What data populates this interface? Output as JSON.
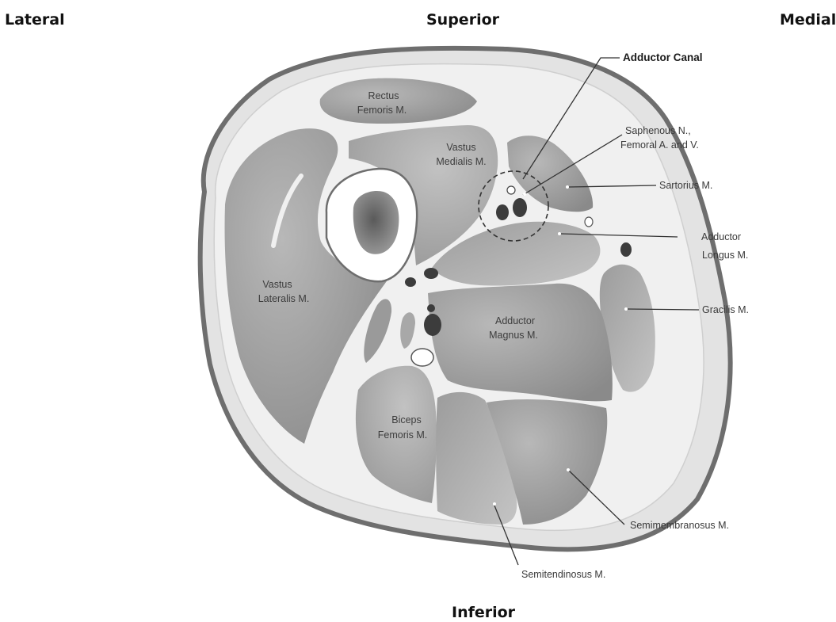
{
  "orientation": {
    "lateral": "Lateral",
    "superior": "Superior",
    "medial": "Medial",
    "inferior": "Inferior"
  },
  "labels": {
    "adductor_canal": "Adductor Canal",
    "saphenous_l1": "Saphenous N.,",
    "saphenous_l2": "Femoral A. and V.",
    "sartorius": "Sartorius M.",
    "adductor_longus_l1": "Adductor",
    "adductor_longus_l2": "Longus M.",
    "gracilis": "Gracilis M.",
    "semimembranosus": "Semimembranosus M.",
    "semitendinosus": "Semitendinosus M.",
    "rectus_l1": "Rectus",
    "rectus_l2": "Femoris  M.",
    "vastus_medialis_l1": "Vastus",
    "vastus_medialis_l2": "Medialis M.",
    "vastus_lateralis_l1": "Vastus",
    "vastus_lateralis_l2": "Lateralis M.",
    "adductor_magnus_l1": "Adductor",
    "adductor_magnus_l2": "Magnus  M.",
    "biceps_l1": "Biceps",
    "biceps_l2": "Femoris M."
  },
  "colors": {
    "outline": "#6e6e6e",
    "subcutaneous": "#e3e3e3",
    "fascia": "#f2f2f2",
    "muscle_dark": "#8c8c8c",
    "muscle_light": "#b4b4b4",
    "vessel": "#3c3c3c",
    "bone_marrow": "#6a6a6a"
  }
}
